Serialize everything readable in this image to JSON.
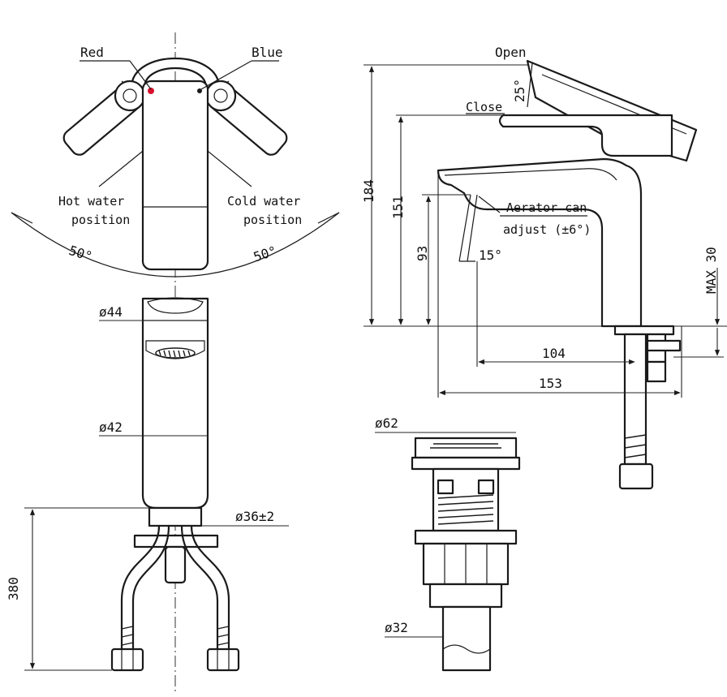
{
  "front_view": {
    "label_red": "Red",
    "label_blue": "Blue",
    "label_hot_line1": "Hot water",
    "label_hot_line2": "position",
    "label_cold_line1": "Cold water",
    "label_cold_line2": "position",
    "angle_left": "50°",
    "angle_right": "50°",
    "dim_top": "ø44",
    "dim_body": "ø42",
    "dim_base": "ø36±2",
    "dim_hose": "380"
  },
  "side_view": {
    "label_open": "Open",
    "label_close": "Close",
    "angle_open": "25°",
    "aerator_line1": "Aerator can",
    "aerator_line2": "adjust (±6°)",
    "angle_aerator": "15°",
    "dim_height_total": "184",
    "dim_height_lever": "151",
    "dim_height_spout": "93",
    "dim_max": "MAX 30",
    "dim_reach": "104",
    "dim_length": "153"
  },
  "waste_view": {
    "dim_top": "ø62",
    "dim_bottom": "ø32"
  },
  "colors": {
    "hot_marker": "#d8102a",
    "line": "#1a1a1a"
  }
}
